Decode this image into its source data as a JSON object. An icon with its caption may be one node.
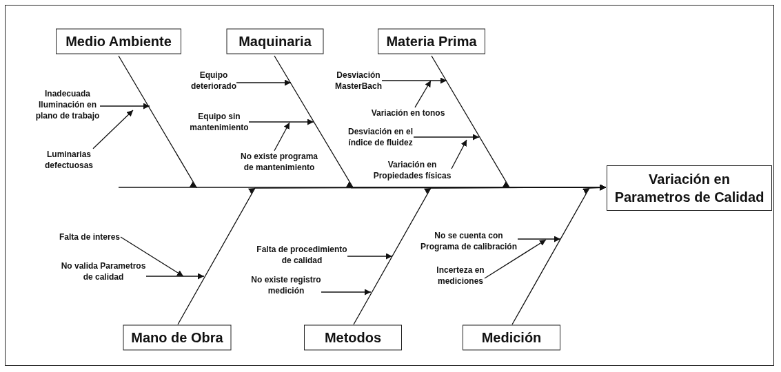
{
  "diagram": {
    "nodes": [
      {
        "text": [
          "Medio Ambiente"
        ]
      },
      {
        "text": [
          "Maquinaria"
        ]
      },
      {
        "text": [
          "Materia Prima"
        ]
      },
      {
        "text": [
          "Variación en Parametros de Calidad"
        ]
      },
      {
        "text": [
          "Mano de Obra"
        ]
      },
      {
        "text": [
          "Metodos"
        ]
      },
      {
        "text": [
          "Medición"
        ]
      },
      {
        "text": [
          "Inadecuada Iluminación en plano de trabajo"
        ]
      },
      {
        "text": [
          "Luminarias defectuosas"
        ]
      },
      {
        "text": [
          "Equipo deteriorado"
        ]
      },
      {
        "text": [
          "Equipo sin mantenimiento"
        ]
      },
      {
        "text": [
          "No existe programa de mantenimiento"
        ]
      },
      {
        "text": [
          "Desviación MasterBach"
        ]
      },
      {
        "text": [
          "Variación en tonos"
        ]
      },
      {
        "text": [
          "Desviación en el índice de fluidez"
        ]
      },
      {
        "text": [
          "Variación en Propiedades físicas"
        ]
      },
      {
        "text": [
          "Falta de interes"
        ]
      },
      {
        "text": [
          "No valida Parametros de calidad"
        ]
      },
      {
        "text": [
          "Falta de procedimiento de calidad"
        ]
      },
      {
        "text": [
          "No existe registro medición"
        ]
      },
      {
        "text": [
          "No se cuenta con Programa de calibración"
        ]
      },
      {
        "text": [
          "Incerteza en mediciones"
        ]
      }
    ],
    "edges": [
      {
        "from": 0,
        "to": 3,
        "arrow": "to"
      },
      {
        "from": 1,
        "to": 3,
        "arrow": "to"
      },
      {
        "from": 2,
        "to": 3,
        "arrow": "to"
      },
      {
        "from": 4,
        "to": 3,
        "arrow": "to"
      },
      {
        "from": 5,
        "to": 3,
        "arrow": "to"
      },
      {
        "from": 6,
        "to": 3,
        "arrow": "to"
      },
      {
        "from": 7,
        "to": null,
        "arrow": "to"
      },
      {
        "from": 8,
        "to": null,
        "arrow": "to"
      },
      {
        "from": 9,
        "to": null,
        "arrow": "to"
      },
      {
        "from": 10,
        "to": null,
        "arrow": "to"
      },
      {
        "from": 11,
        "to": null,
        "arrow": "to"
      },
      {
        "from": 12,
        "to": null,
        "arrow": "to"
      },
      {
        "from": 13,
        "to": null,
        "arrow": "to"
      },
      {
        "from": 14,
        "to": null,
        "arrow": "to"
      },
      {
        "from": 15,
        "to": null,
        "arrow": "to"
      },
      {
        "from": 16,
        "to": null,
        "arrow": "to"
      },
      {
        "from": 17,
        "to": null,
        "arrow": "to"
      },
      {
        "from": 18,
        "to": null,
        "arrow": "to"
      },
      {
        "from": 19,
        "to": null,
        "arrow": "to"
      },
      {
        "from": 20,
        "to": null,
        "arrow": "to"
      },
      {
        "from": 21,
        "to": null,
        "arrow": "to"
      }
    ]
  }
}
